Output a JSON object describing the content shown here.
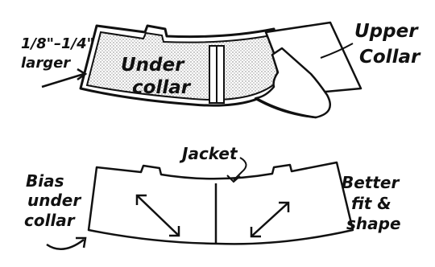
{
  "figure": {
    "top": {
      "size_note_line1": "1/8\"–1/4\"",
      "size_note_line2": "larger",
      "under_collar_line1": "Under",
      "under_collar_line2": "collar",
      "upper_collar_line1": "Upper",
      "upper_collar_line2": "Collar"
    },
    "bottom": {
      "jacket_label": "Jacket",
      "bias_line1": "Bias",
      "bias_line2": "under",
      "bias_line3": "collar",
      "better_line1": "Better",
      "better_line2": "fit &",
      "better_line3": "shape"
    }
  }
}
